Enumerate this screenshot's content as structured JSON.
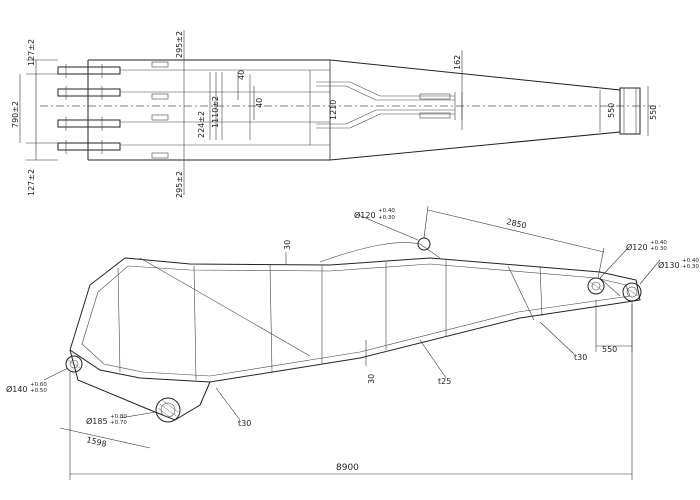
{
  "top_view": {
    "dims": {
      "left_top": "127±2",
      "left_mid": "790±2",
      "left_bottom": "127±2",
      "tol_top": "295±2",
      "tol_bottom": "295±2",
      "inner_a": "224±2",
      "inner_b": "1110±2",
      "gap_top": "40",
      "gap_mid": "40",
      "width_1210": "1210",
      "taper_162": "162",
      "end_550a": "550",
      "end_550b": "550"
    }
  },
  "side_view": {
    "dims": {
      "hole_top": "Ø120",
      "hole_top_tol_hi": "+0.40",
      "hole_top_tol_lo": "+0.30",
      "span_2850": "2850",
      "hole_right_a": "Ø120",
      "hole_right_a_hi": "+0.40",
      "hole_right_a_lo": "+0.30",
      "hole_right_b": "Ø130",
      "hole_right_b_hi": "+0.40",
      "hole_right_b_lo": "+0.30",
      "plate_top": "30",
      "plate_mid": "30",
      "t30_right": "t30",
      "t25": "t25",
      "t30_bottom": "t30",
      "len_550": "550",
      "hole_left": "Ø140",
      "hole_left_hi": "+0.60",
      "hole_left_lo": "+0.50",
      "hole_bottom": "Ø185",
      "hole_bottom_hi": "+0.80",
      "hole_bottom_lo": "+0.70",
      "len_1598": "1598",
      "total_8900": "8900"
    }
  }
}
